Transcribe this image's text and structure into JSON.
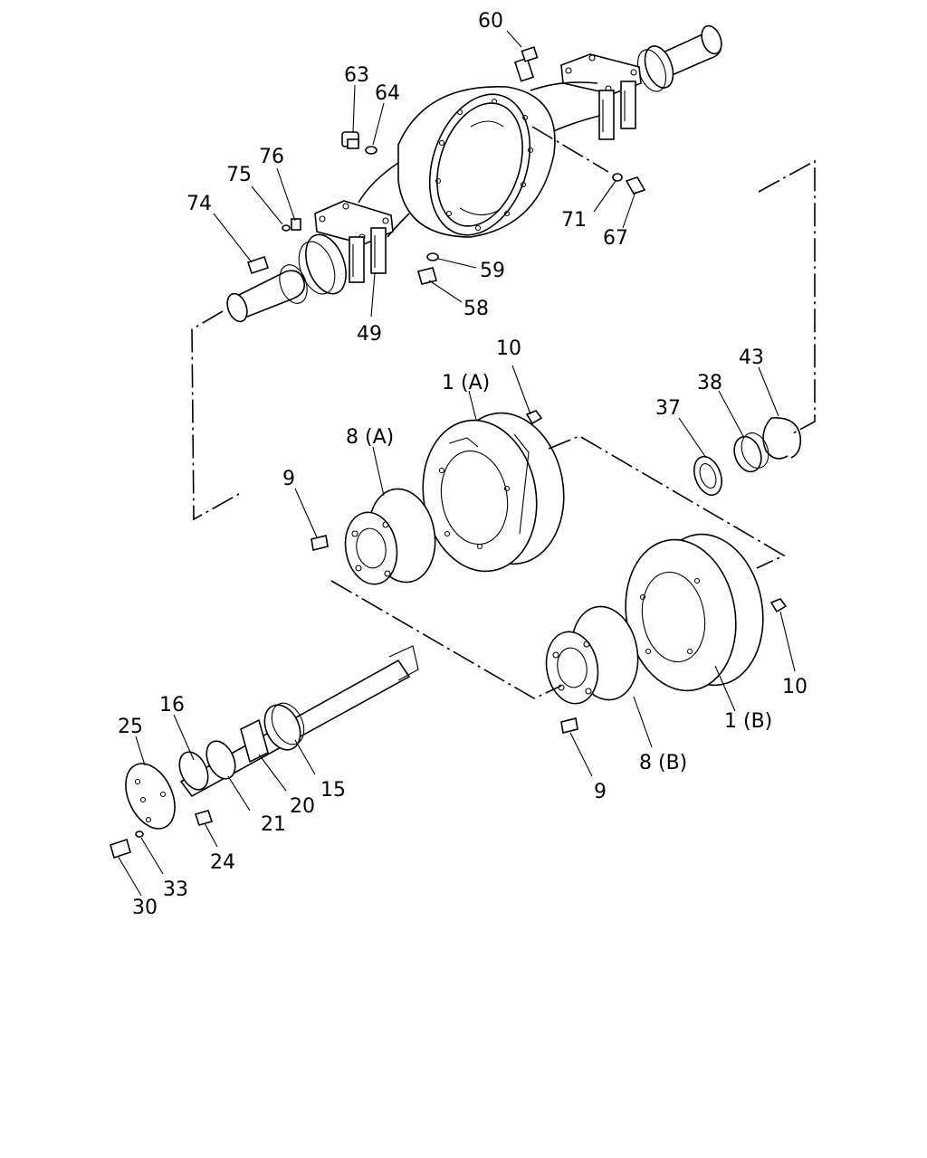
{
  "labels": {
    "p60": "60",
    "p63": "63",
    "p64": "64",
    "p76": "76",
    "p75": "75",
    "p74": "74",
    "p71": "71",
    "p67": "67",
    "p59": "59",
    "p58": "58",
    "p49": "49",
    "p10a": "10",
    "p1a": "1 (A)",
    "p8a": "8 (A)",
    "p9a": "9",
    "p43": "43",
    "p38": "38",
    "p37": "37",
    "p10b": "10",
    "p1b": "1 (B)",
    "p8b": "8 (B)",
    "p9b": "9",
    "p16": "16",
    "p25": "25",
    "p15": "15",
    "p20": "20",
    "p21": "21",
    "p24": "24",
    "p33": "33",
    "p30": "30"
  }
}
